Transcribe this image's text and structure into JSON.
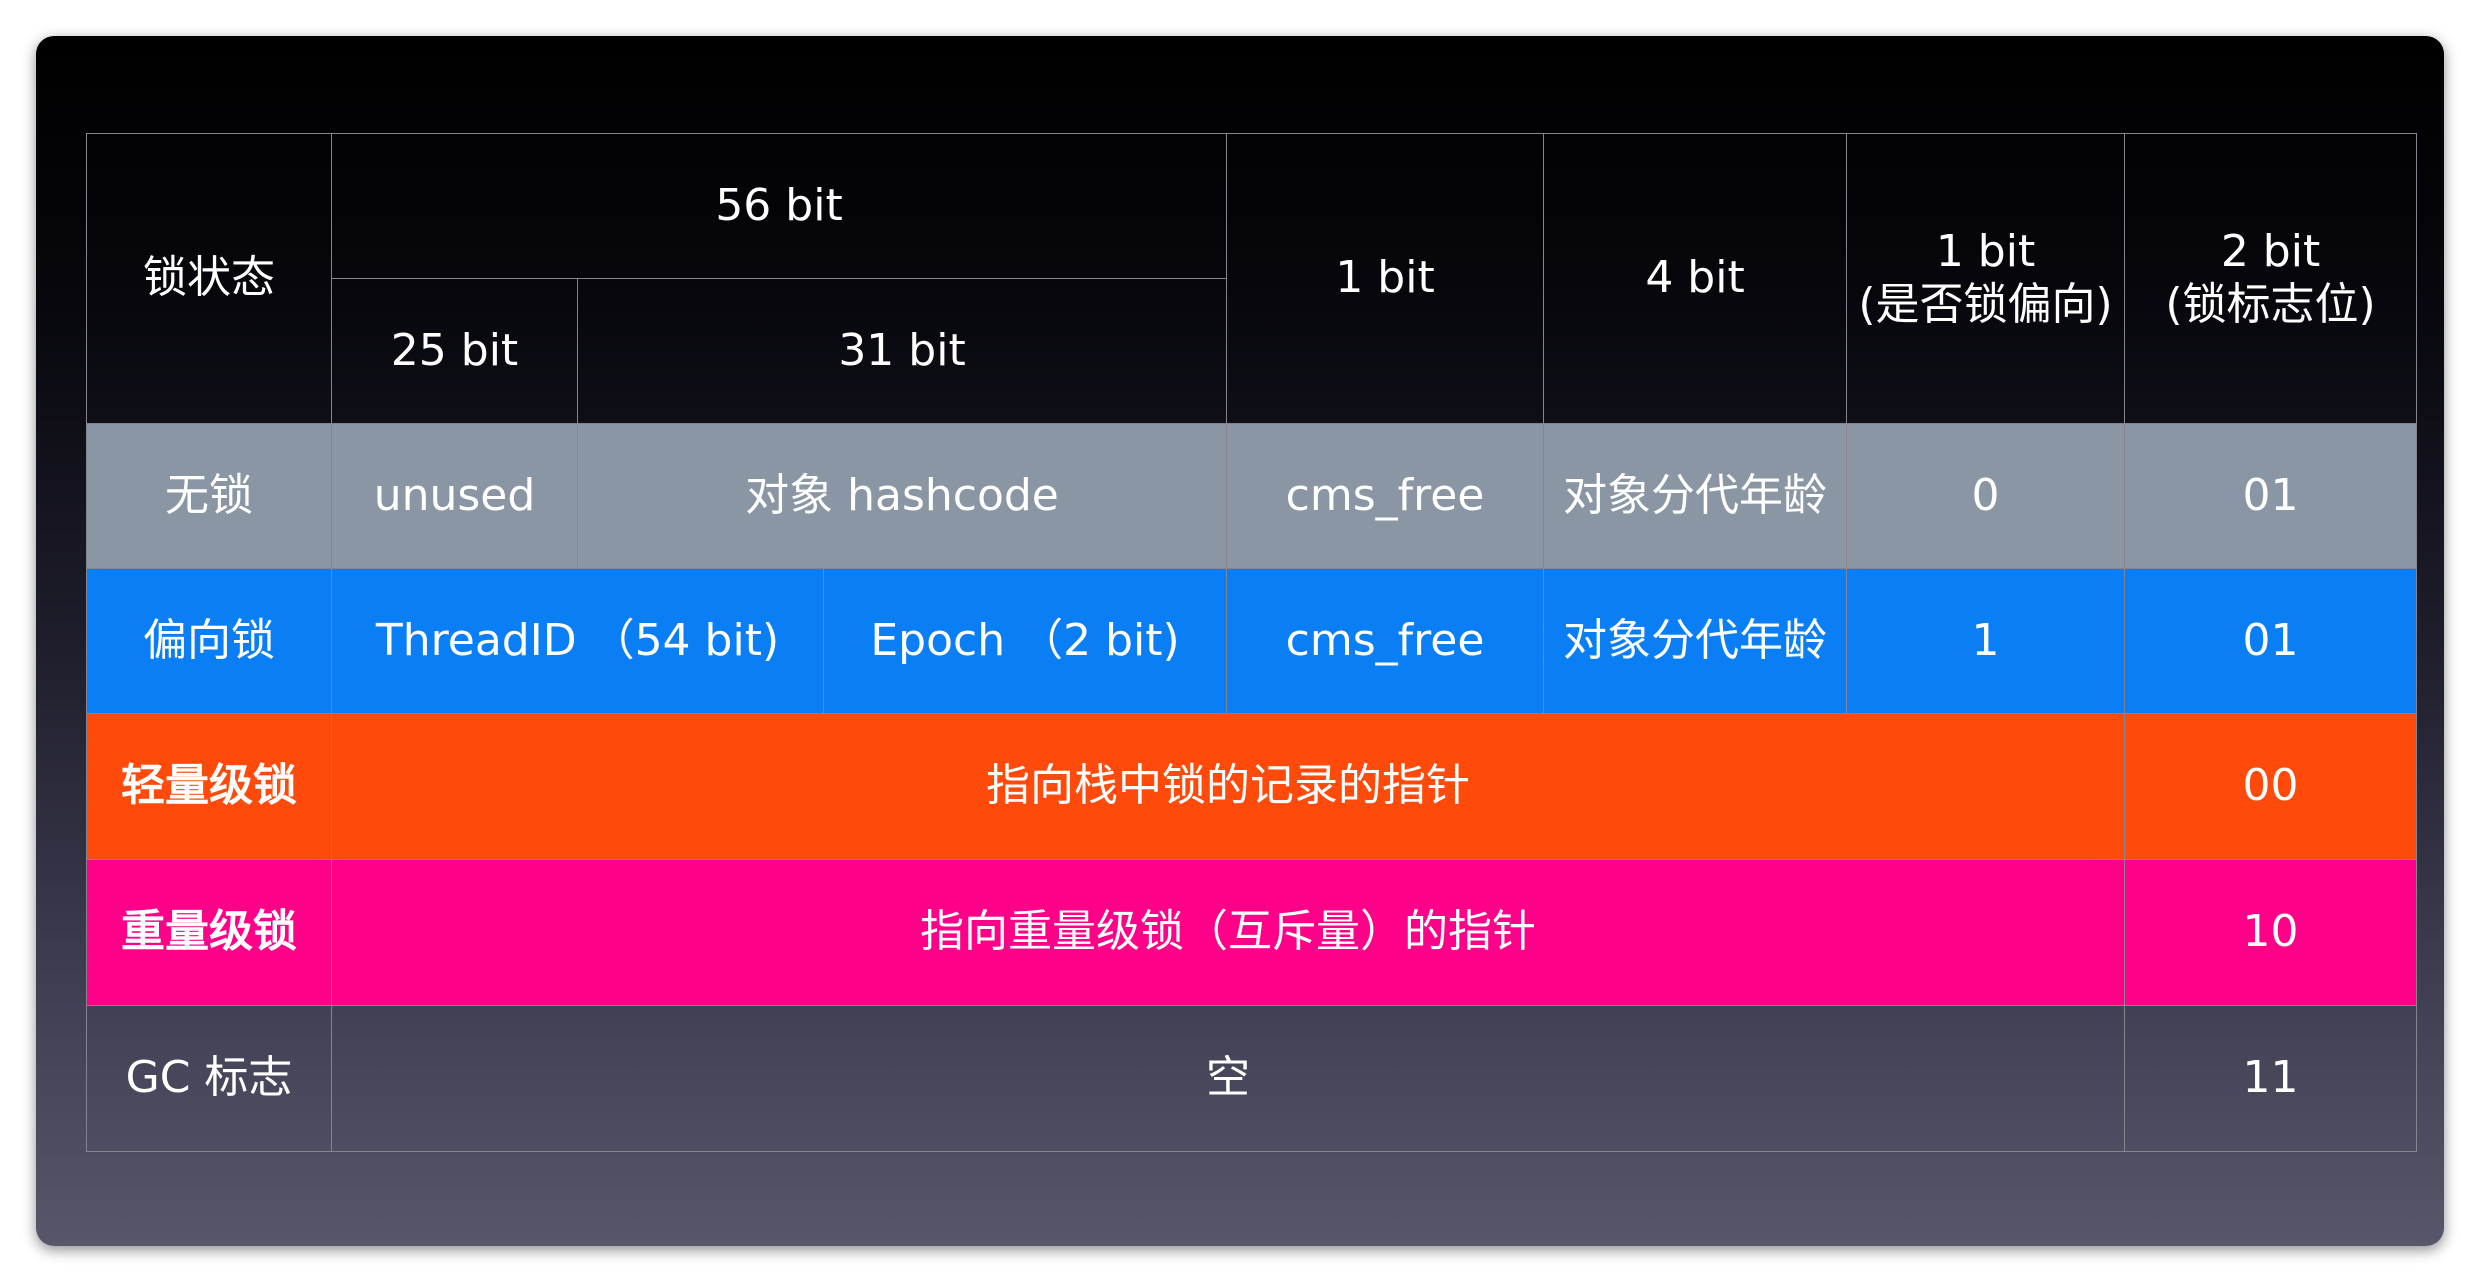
{
  "header": {
    "state": "锁状态",
    "bits56": "56 bit",
    "bits25": "25 bit",
    "bits31": "31 bit",
    "bits1": "1 bit",
    "bits4": "4 bit",
    "biased_bit": "1 bit",
    "biased_label": "(是否锁偏向)",
    "flag_bit": "2 bit",
    "flag_label": "(锁标志位)"
  },
  "rows": {
    "unlocked": {
      "bg": "#8a96a3",
      "state": "无锁",
      "c25": "unused",
      "c31": "对象 hashcode",
      "c1": "cms_free",
      "c4": "对象分代年龄",
      "biased": "0",
      "flag": "01"
    },
    "biased": {
      "bg": "#0a7ff5",
      "state": "偏向锁",
      "thread": "ThreadID （54 bit)",
      "epoch": "Epoch （2 bit)",
      "c1": "cms_free",
      "c4": "对象分代年龄",
      "biased": "1",
      "flag": "01"
    },
    "lightweight": {
      "bg": "#fe4a0a",
      "state": "轻量级锁",
      "content": "指向栈中锁的记录的指针",
      "flag": "00"
    },
    "heavyweight": {
      "bg": "#ff0088",
      "state": "重量级锁",
      "content": "指向重量级锁（互斥量）的指针",
      "flag": "10"
    },
    "gc": {
      "state": "GC 标志",
      "content": "空",
      "flag": "11"
    }
  }
}
